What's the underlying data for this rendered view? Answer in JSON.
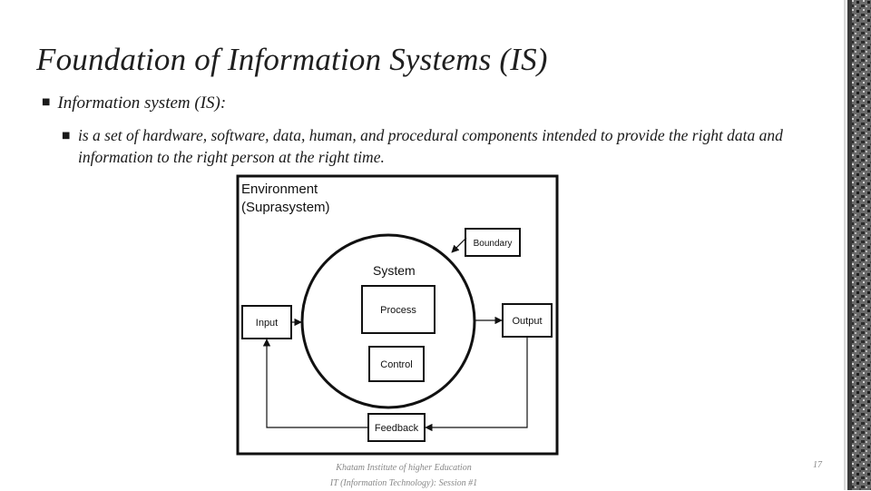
{
  "slide": {
    "title": "Foundation of Information Systems (IS)",
    "bullet_level1": "Information system (IS):",
    "bullet_level2": "is a set of hardware, software, data, human, and procedural components intended to provide the right data and information to the right person at the right time.",
    "bullet_icon": "square-bullet-icon"
  },
  "diagram": {
    "environment_line1": "Environment",
    "environment_line2": "(Suprasystem)",
    "boundary": "Boundary",
    "system": "System",
    "process": "Process",
    "control": "Control",
    "input": "Input",
    "output": "Output",
    "feedback": "Feedback"
  },
  "footer": {
    "line1": "Khatam Institute of higher Education",
    "line2": "IT (Information Technology): Session #1",
    "page_number": "17"
  }
}
